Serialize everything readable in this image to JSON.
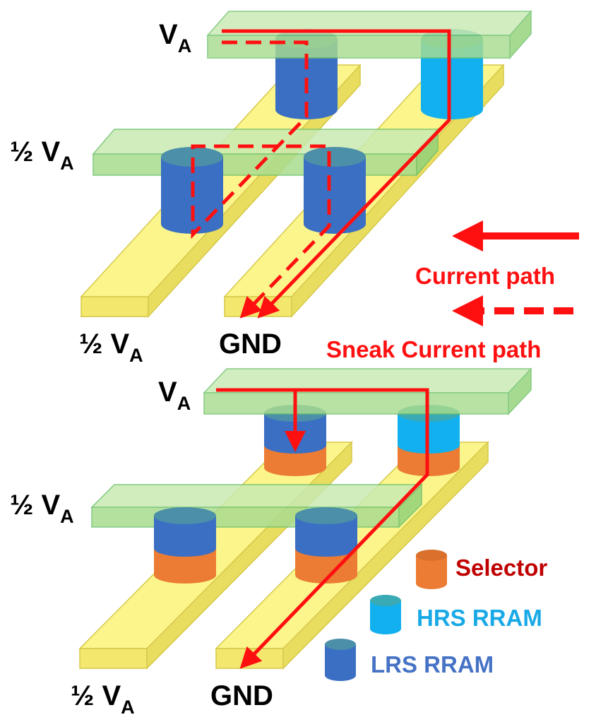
{
  "labels": {
    "top_va": "V",
    "top_va_sub": "A",
    "top_half_left": "½ V",
    "top_half_left_sub": "A",
    "top_half_bottom": "½ V",
    "top_half_bottom_sub": "A",
    "top_gnd": "GND",
    "bot_va": "V",
    "bot_va_sub": "A",
    "bot_half_left": "½ V",
    "bot_half_left_sub": "A",
    "bot_half_bottom": "½ V",
    "bot_half_bottom_sub": "A",
    "bot_gnd": "GND"
  },
  "legend": {
    "current_path": "Current path",
    "sneak_current_path": "Sneak Current path",
    "selector": "Selector",
    "hrs_rram": "HRS RRAM",
    "lrs_rram": "LRS RRAM"
  },
  "colors": {
    "word_line": "#b7e4a0",
    "bit_line": "#fbf58c",
    "lrs": "#3b6fc4",
    "hrs": "#12b0ee",
    "selector": "#ec7c34",
    "path": "#ff1010",
    "selector_text": "#c00000",
    "hrs_text": "#19a9e6",
    "lrs_text": "#4673c5"
  }
}
